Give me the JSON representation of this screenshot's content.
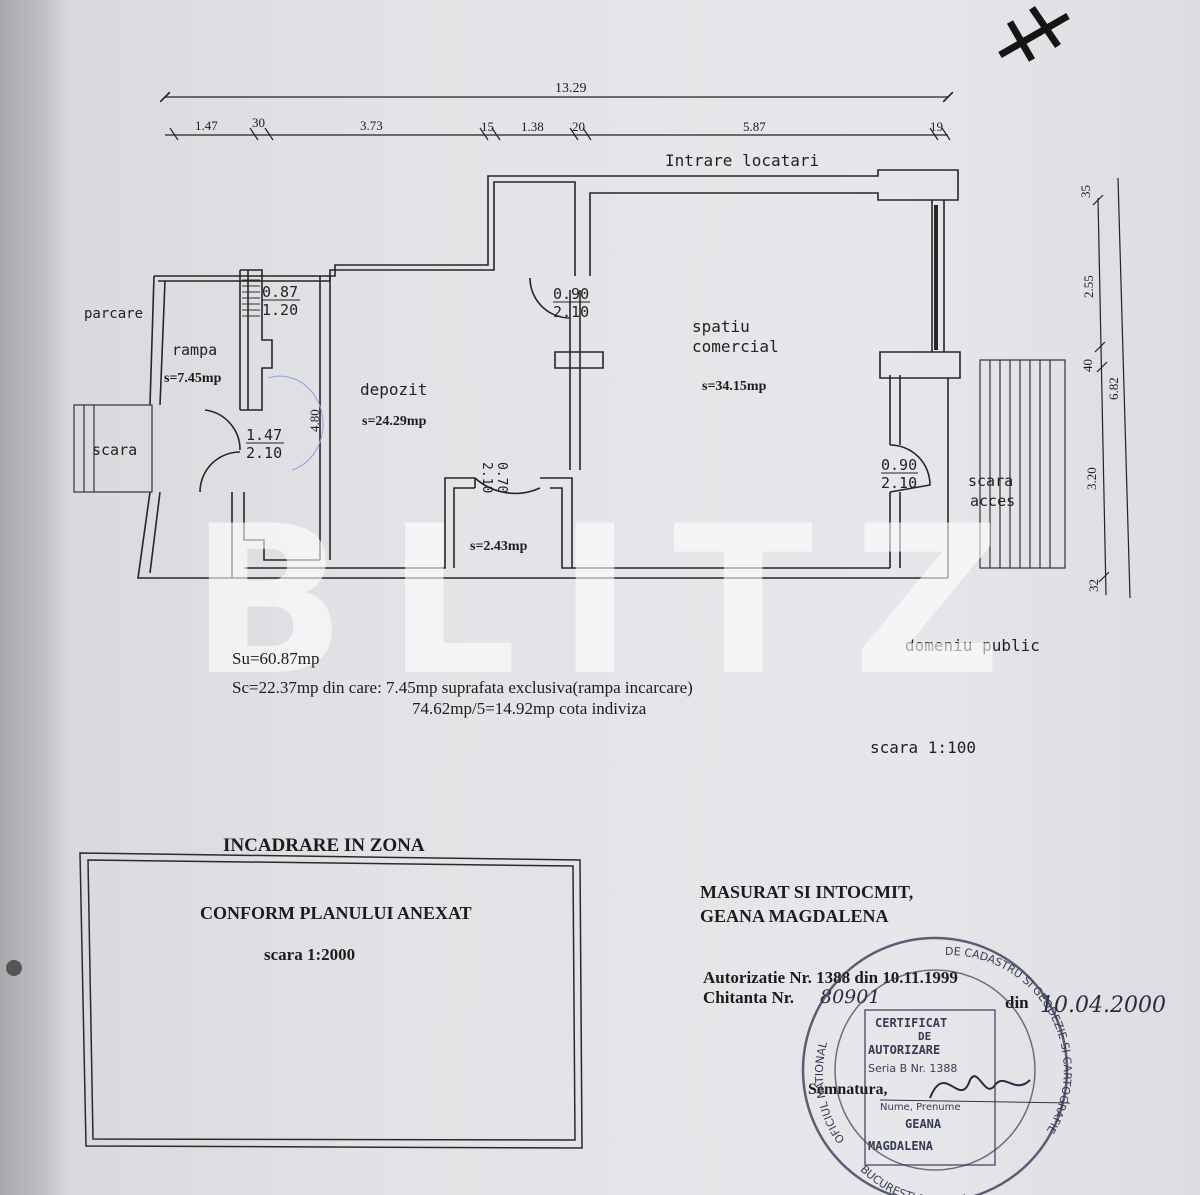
{
  "plan": {
    "dimensions_top": {
      "overall": "13.29",
      "segments": [
        "1.47",
        "30",
        "3.73",
        "15",
        "1.38",
        "20",
        "5.87",
        "19"
      ]
    },
    "dimensions_right": {
      "overall": "6.82",
      "segments": [
        "35",
        "2.55",
        "40",
        "3.20",
        "32"
      ]
    },
    "labels": {
      "entrance": "Intrare locatari",
      "parking": "parcare",
      "stair_left": "scara",
      "ramp": "rampa",
      "ramp_area": "s=7.45mp",
      "storage": "depozit",
      "storage_area": "s=24.29mp",
      "storage_height": "4.80",
      "small_area": "s=2.43mp",
      "commercial_1": "spatiu",
      "commercial_2": "comercial",
      "commercial_area": "s=34.15mp",
      "access_stair_1": "scara",
      "access_stair_2": "acces",
      "public_domain": "domeniu public"
    },
    "openings": {
      "window_top": "0.87",
      "window_bottom": "1.20",
      "door_ramp_w": "1.47",
      "door_ramp_h": "2.10",
      "door_mid_w": "0.90",
      "door_mid_h": "2.10",
      "door_small_w": "0.70",
      "door_small_h": "2.10",
      "door_right_w": "0.90",
      "door_right_h": "2.10"
    },
    "watermark": "BLITZ"
  },
  "summary": {
    "su": "Su=60.87mp",
    "sc": "Sc=22.37mp din care: 7.45mp suprafata exclusiva(rampa incarcare)",
    "quota": "74.62mp/5=14.92mp cota indiviza",
    "scale": "scara 1:100"
  },
  "zone": {
    "heading": "INCADRARE IN ZONA",
    "line1": "CONFORM PLANULUI ANEXAT",
    "line2": "scara 1:2000"
  },
  "signature_block": {
    "measured": "MASURAT SI INTOCMIT,",
    "name": "GEANA MAGDALENA",
    "auth": "Autorizatie Nr. 1388 din 10.11.1999",
    "receipt_label": "Chitanta Nr.",
    "receipt_value": "80901",
    "receipt_date_label": "din",
    "receipt_date": "10.04.2000",
    "signature_label": "Semnatura,"
  },
  "stamp": {
    "title1": "CERTIFICAT",
    "title2": "DE",
    "title3": "AUTORIZARE",
    "series": "Seria B Nr. 1388",
    "name_label": "Nume, Prenume",
    "name1": "GEANA",
    "name2": "MAGDALENA",
    "ring_left": "OFICIUL NATIONAL",
    "ring_right": "DE CADASTRU SI GEODEZIE SI CARTOGRAFIE",
    "ring_bottom": "BUCURESTI ROMANIA"
  },
  "colors": {
    "ink": "#222222",
    "paper": "#e4e5e8",
    "watermark": "#ffffff",
    "stamp": "#3a3a55"
  }
}
